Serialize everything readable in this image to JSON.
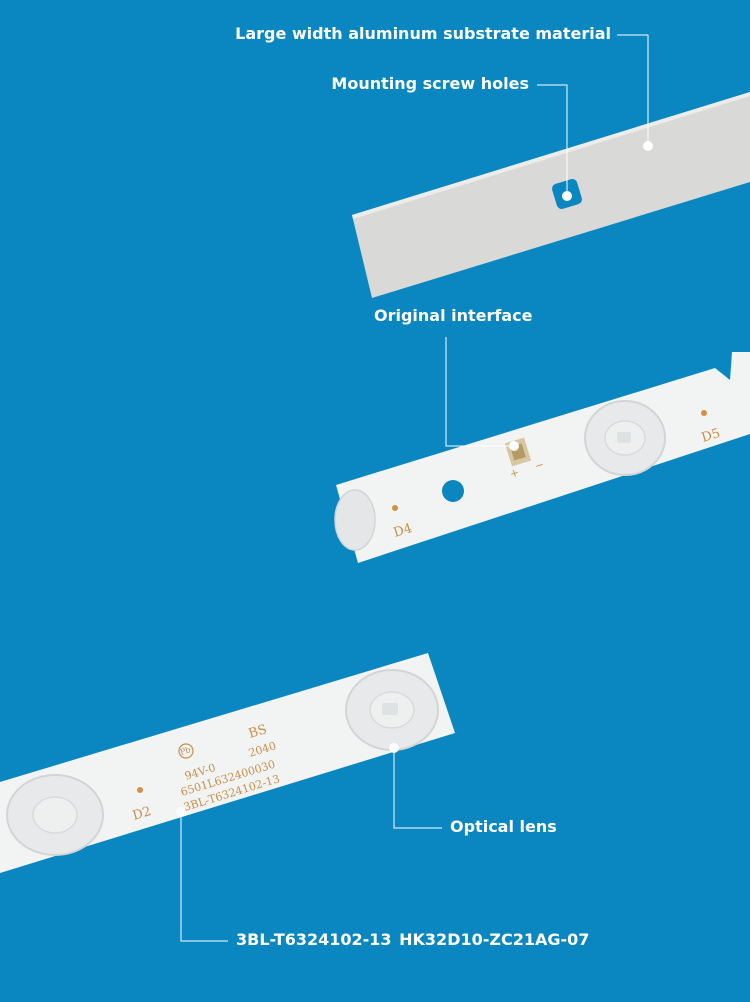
{
  "colors": {
    "background": "#0a87c0",
    "strip": "#f2f3f3",
    "aluminum": "#d9d9d7",
    "silkscreen": "#c98f4a",
    "leader": "#ffffff"
  },
  "callouts": {
    "substrate": "Large width aluminum substrate material",
    "screw_holes": "Mounting screw holes",
    "interface": "Original interface",
    "lens": "Optical lens",
    "model": "3BL-T6324102-13  HK32D10-ZC21AG-07"
  },
  "pcb": {
    "d4": "D4",
    "d5": "D5",
    "d2": "D2",
    "bs": "BS",
    "pb": "Pb",
    "ul": "94V-0",
    "date": "2040",
    "serial": "6501L632400030",
    "part": "3BL-T6324102-13",
    "plus": "+",
    "minus": "−"
  }
}
